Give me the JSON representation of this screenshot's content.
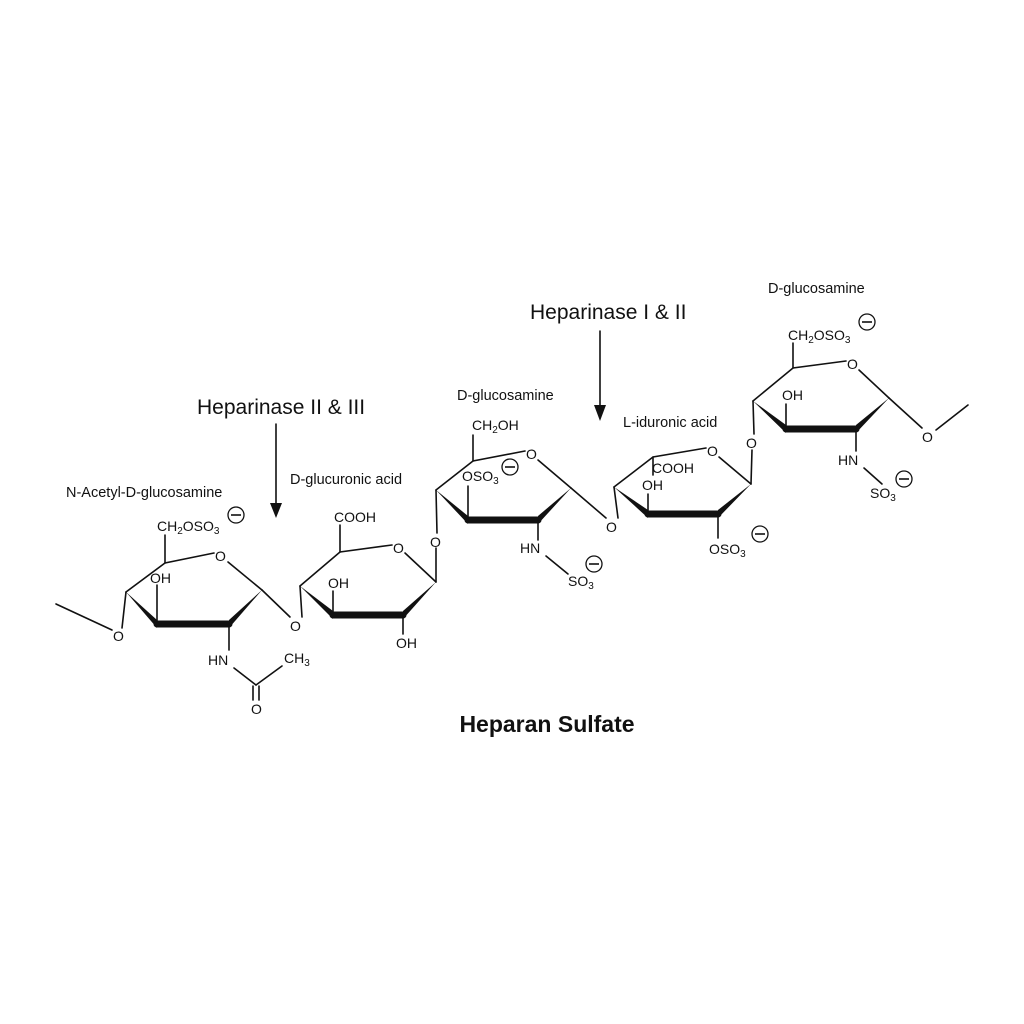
{
  "title": "Heparan Sulfate",
  "enzymes": [
    {
      "label": "Heparinase II & III"
    },
    {
      "label": "Heparinase I & II"
    }
  ],
  "residues": [
    {
      "name": "N-Acetyl-D-glucosamine",
      "ring_o": "O",
      "ch2": "CH",
      "ch2_sub": "2",
      "osu": "OSO",
      "osu_sub": "3",
      "oh": "OH",
      "nh": "HN",
      "ch3": "CH",
      "ch3_sub": "3",
      "carbonyl_o": "O",
      "link_o": "O"
    },
    {
      "name": "D-glucuronic acid",
      "ring_o": "O",
      "cooh": "COOH",
      "oh1": "OH",
      "oh2": "OH",
      "link_o": "O"
    },
    {
      "name": "D-glucosamine",
      "ring_o": "O",
      "ch2oh_a": "CH",
      "ch2oh_sub": "2",
      "ch2oh_b": "OH",
      "osu": "OSO",
      "osu_sub": "3",
      "nh": "HN",
      "so3": "SO",
      "so3_sub": "3",
      "link_o": "O"
    },
    {
      "name": "L-iduronic acid",
      "ring_o": "O",
      "cooh": "COOH",
      "oh": "OH",
      "osu": "OSO",
      "osu_sub": "3",
      "link_o": "O"
    },
    {
      "name": "D-glucosamine",
      "ring_o": "O",
      "ch2": "CH",
      "ch2_sub": "2",
      "osu": "OSO",
      "osu_sub": "3",
      "oh": "OH",
      "nh": "HN",
      "so3": "SO",
      "so3_sub": "3",
      "end_o": "O"
    }
  ]
}
